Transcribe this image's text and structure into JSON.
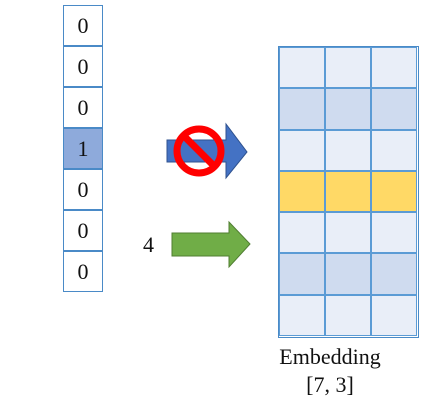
{
  "one_hot": {
    "values": [
      "0",
      "0",
      "0",
      "1",
      "0",
      "0",
      "0"
    ],
    "hot_index": 3
  },
  "index_label": "4",
  "embedding": {
    "rows": 7,
    "cols": 3,
    "highlight_row": 3,
    "title": "Embedding",
    "shape": "[7, 3]"
  },
  "colors": {
    "cell_border": "#4a8ac7",
    "hot_cell": "#8eaadb",
    "row_light": "#e9eef8",
    "row_dark": "#cfdbef",
    "row_highlight": "#ffd966",
    "blue_arrow": "#4472c4",
    "green_arrow": "#70ad47",
    "prohibit_red": "#ff0000"
  }
}
